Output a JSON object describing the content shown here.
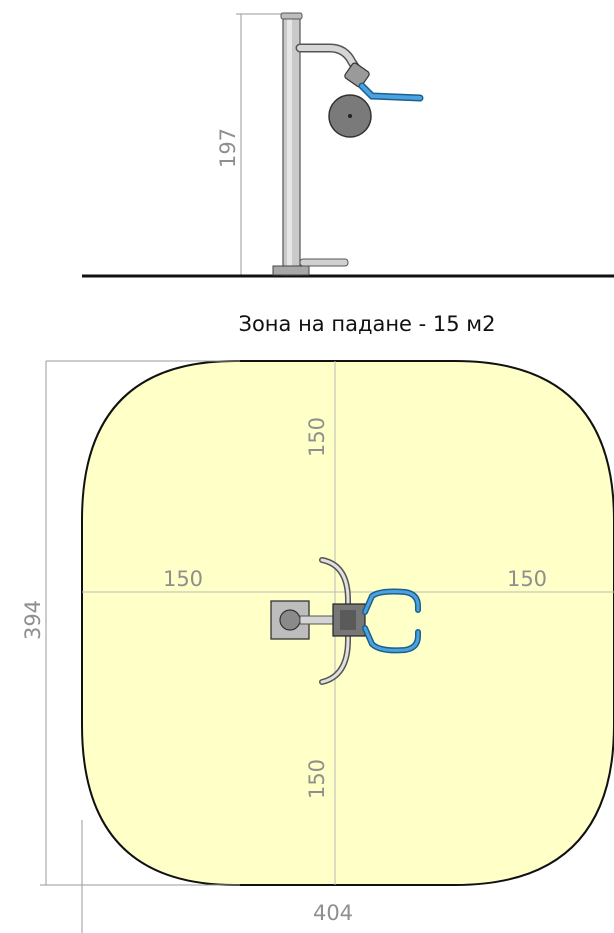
{
  "title": "Зона на падане - 15 м2",
  "side_view": {
    "height_label": "197"
  },
  "plan_view": {
    "top_label": "150",
    "left_label": "150",
    "right_label": "150",
    "bottom_label": "150",
    "height_label": "394",
    "width_label": "404"
  },
  "colors": {
    "fall_zone_fill": "#ffffc8",
    "fall_zone_stroke": "#111111",
    "handle_blue": "#4aa3df",
    "metal_gray": "#b0b0b0"
  }
}
